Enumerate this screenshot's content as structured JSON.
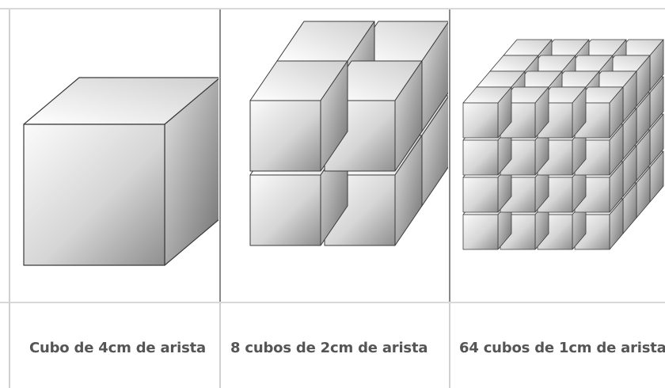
{
  "table": {
    "columns": [
      {
        "label": "Cubo de 4cm de arista",
        "divisions": 1
      },
      {
        "label": "8 cubos de 2cm de arista",
        "divisions": 2
      },
      {
        "label": "64 cubos de 1cm de arista",
        "divisions": 4
      }
    ]
  },
  "colors": {
    "border": "#d9d9d9",
    "separator": "#8a8a8a",
    "label": "#555555",
    "cube_stroke": "#3a3a3a"
  }
}
